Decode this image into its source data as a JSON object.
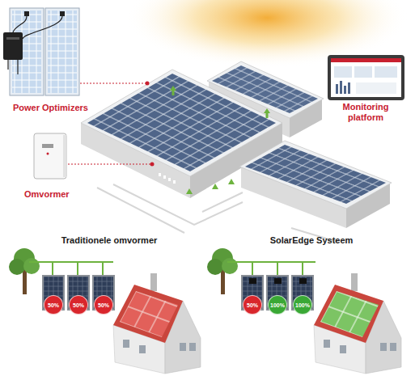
{
  "diagram": {
    "nodes": [
      {
        "text": [
          "50%"
        ]
      },
      {
        "text": [
          "50%"
        ]
      },
      {
        "text": [
          "50%"
        ]
      },
      {
        "text": [
          "50%"
        ]
      },
      {
        "text": [
          "100%"
        ]
      },
      {
        "text": [
          "100%"
        ]
      }
    ],
    "labels": [
      "Power Optimizers",
      "Omvormer",
      "Monitoring platform",
      "Traditionele omvormer",
      "SolarEdge Systeem"
    ]
  }
}
